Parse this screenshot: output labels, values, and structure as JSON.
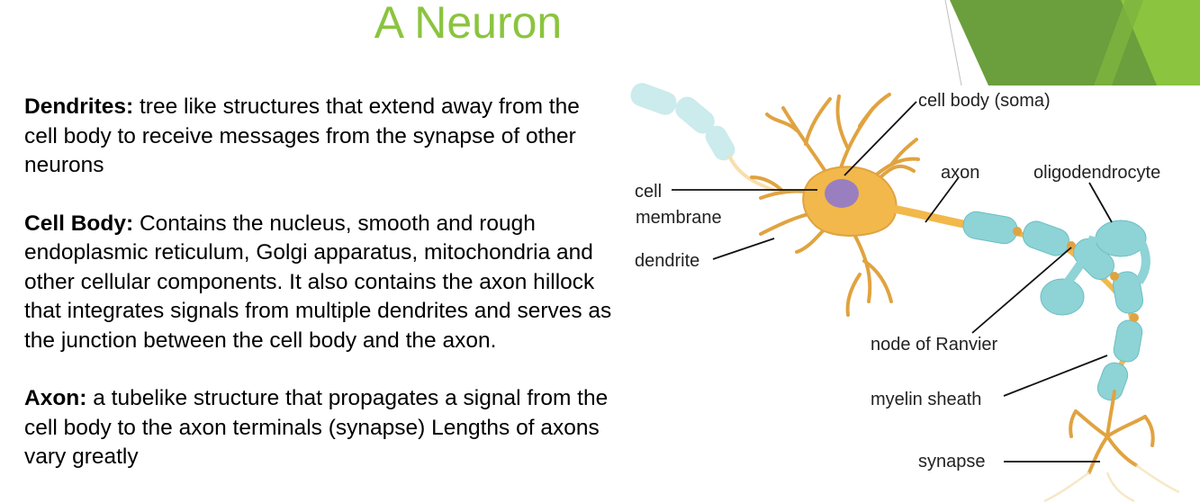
{
  "slide": {
    "title": "A Neuron",
    "paragraphs": [
      {
        "term": "Dendrites:",
        "text": "tree like structures that extend away from the cell body to receive messages from the synapse of other neurons"
      },
      {
        "term": "Cell Body:",
        "text": "Contains the nucleus, smooth and rough endoplasmic reticulum, Golgi apparatus, mitochondria and other cellular components. It also contains the axon hillock that integrates signals from multiple dendrites and serves as the junction between the cell body and the axon."
      },
      {
        "term": "Axon:",
        "text": "a tubelike structure that propagates a signal from the cell body to the axon terminals (synapse) Lengths of axons vary greatly"
      }
    ]
  },
  "diagram": {
    "labels": {
      "cell_body": "cell body (soma)",
      "axon": "axon",
      "oligodendrocyte": "oligodendrocyte",
      "cell_membrane_line1": "cell",
      "cell_membrane_line2": "membrane",
      "dendrite": "dendrite",
      "node_of_ranvier": "node of Ranvier",
      "myelin_sheath": "myelin sheath",
      "synapse": "synapse"
    }
  },
  "colors": {
    "title": "#8bc43f",
    "accent_dark": "#5e9e3a",
    "accent_light": "#8bc43f",
    "neuron": "#f2b84b",
    "myelin": "#8ed3d6",
    "nucleus": "#9a7fc0"
  }
}
